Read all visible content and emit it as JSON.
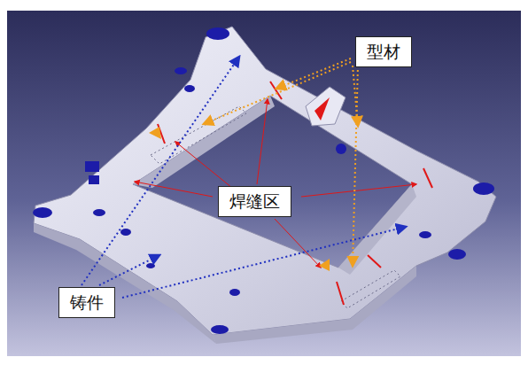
{
  "diagram": {
    "nodes": [
      {
        "text": [
          "型材"
        ]
      },
      {
        "text": [
          "焊缝区"
        ]
      },
      {
        "text": [
          "铸件"
        ]
      }
    ]
  }
}
